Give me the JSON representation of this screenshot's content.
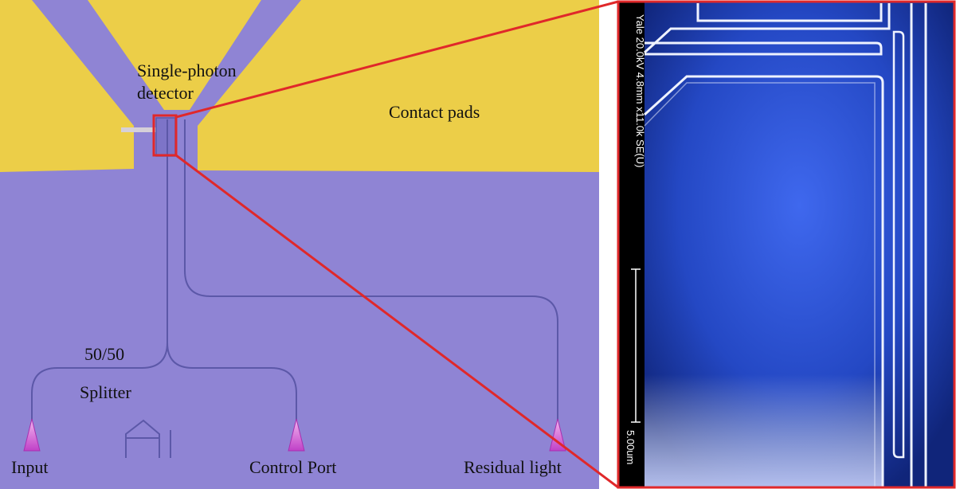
{
  "labels": {
    "detector_line1": "Single-photon",
    "detector_line2": "detector",
    "contact_pads": "Contact pads",
    "splitter_ratio": "50/50",
    "splitter": "Splitter",
    "input": "Input",
    "control_port": "Control Port",
    "residual_light": "Residual light"
  },
  "sem": {
    "info": "Yale 20.0kV 4.8mm x11.0k SE(U)",
    "scale": "5.00um"
  },
  "colors": {
    "substrate": "#8f84d4",
    "gold_pads": "#ecce48",
    "waveguide": "#5c58a8",
    "grating_coupler": "#d85ad8",
    "highlight_box": "#e0282a",
    "sem_background": "#2f57d8",
    "sem_wire": "#eef2ff"
  }
}
